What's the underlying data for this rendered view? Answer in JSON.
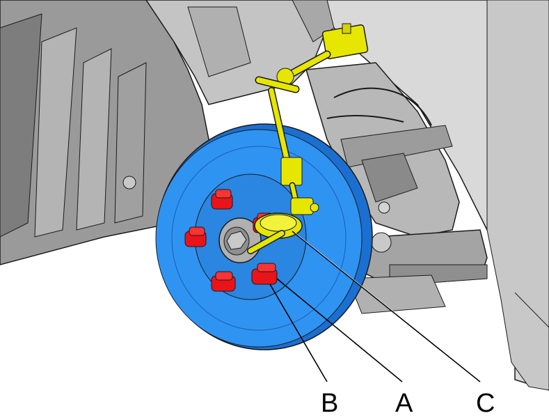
{
  "callouts": [
    {
      "id": "B",
      "label": "B"
    },
    {
      "id": "A",
      "label": "A"
    },
    {
      "id": "C",
      "label": "C"
    }
  ],
  "colors": {
    "background": "#ffffff",
    "body_panel": "#d9d9d9",
    "body_shade": "#b5b5b5",
    "liner": "#8e8e8e",
    "suspension": "#a7a7a7",
    "rotor": "#2f93f2",
    "rotor_edge": "#1b6fd0",
    "lug_studs": "#e8141a",
    "dial_indicator": "#e6e600",
    "hub": "#b0b0b0",
    "outline": "#1a1a1a",
    "leader_lines": "#000000"
  }
}
